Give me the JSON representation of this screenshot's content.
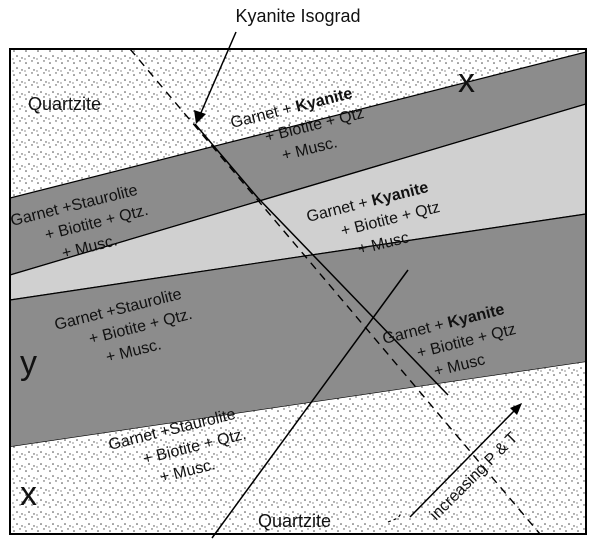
{
  "title": "Kyanite Isograd",
  "colors": {
    "dark_band": "#8c8c8c",
    "light_band": "#d0d0d0",
    "quartzite_bg": "#ffffff",
    "dots": "#444444",
    "outline": "#000000"
  },
  "quartzite_top": "Quartzite",
  "quartzite_bottom": "Quartzite",
  "increasing_label": "increasing P & T",
  "bed_labels": {
    "x_top": "x",
    "y_left": "y",
    "x_bottom": "x"
  },
  "zones": {
    "z1": {
      "line1_a": "Garnet + ",
      "line1_b": "Kyanite",
      "line2": "+ Biotite + Qtz",
      "line3": "+ Musc."
    },
    "z2": {
      "line1": "Garnet +Staurolite",
      "line2": "+ Biotite + Qtz.",
      "line3": "+ Musc."
    },
    "z3": {
      "line1_a": "Garnet + ",
      "line1_b": "Kyanite",
      "line2": "+ Biotite + Qtz",
      "line3": "+ Musc"
    },
    "z4": {
      "line1": "Garnet +Staurolite",
      "line2": "+ Biotite + Qtz.",
      "line3": "+ Musc."
    },
    "z5": {
      "line1_a": "Garnet + ",
      "line1_b": "Kyanite",
      "line2": "+ Biotite + Qtz",
      "line3": "+ Musc"
    },
    "z6": {
      "line1": "Garnet +Staurolite",
      "line2": "+ Biotite + Qtz.",
      "line3": "+ Musc."
    }
  }
}
